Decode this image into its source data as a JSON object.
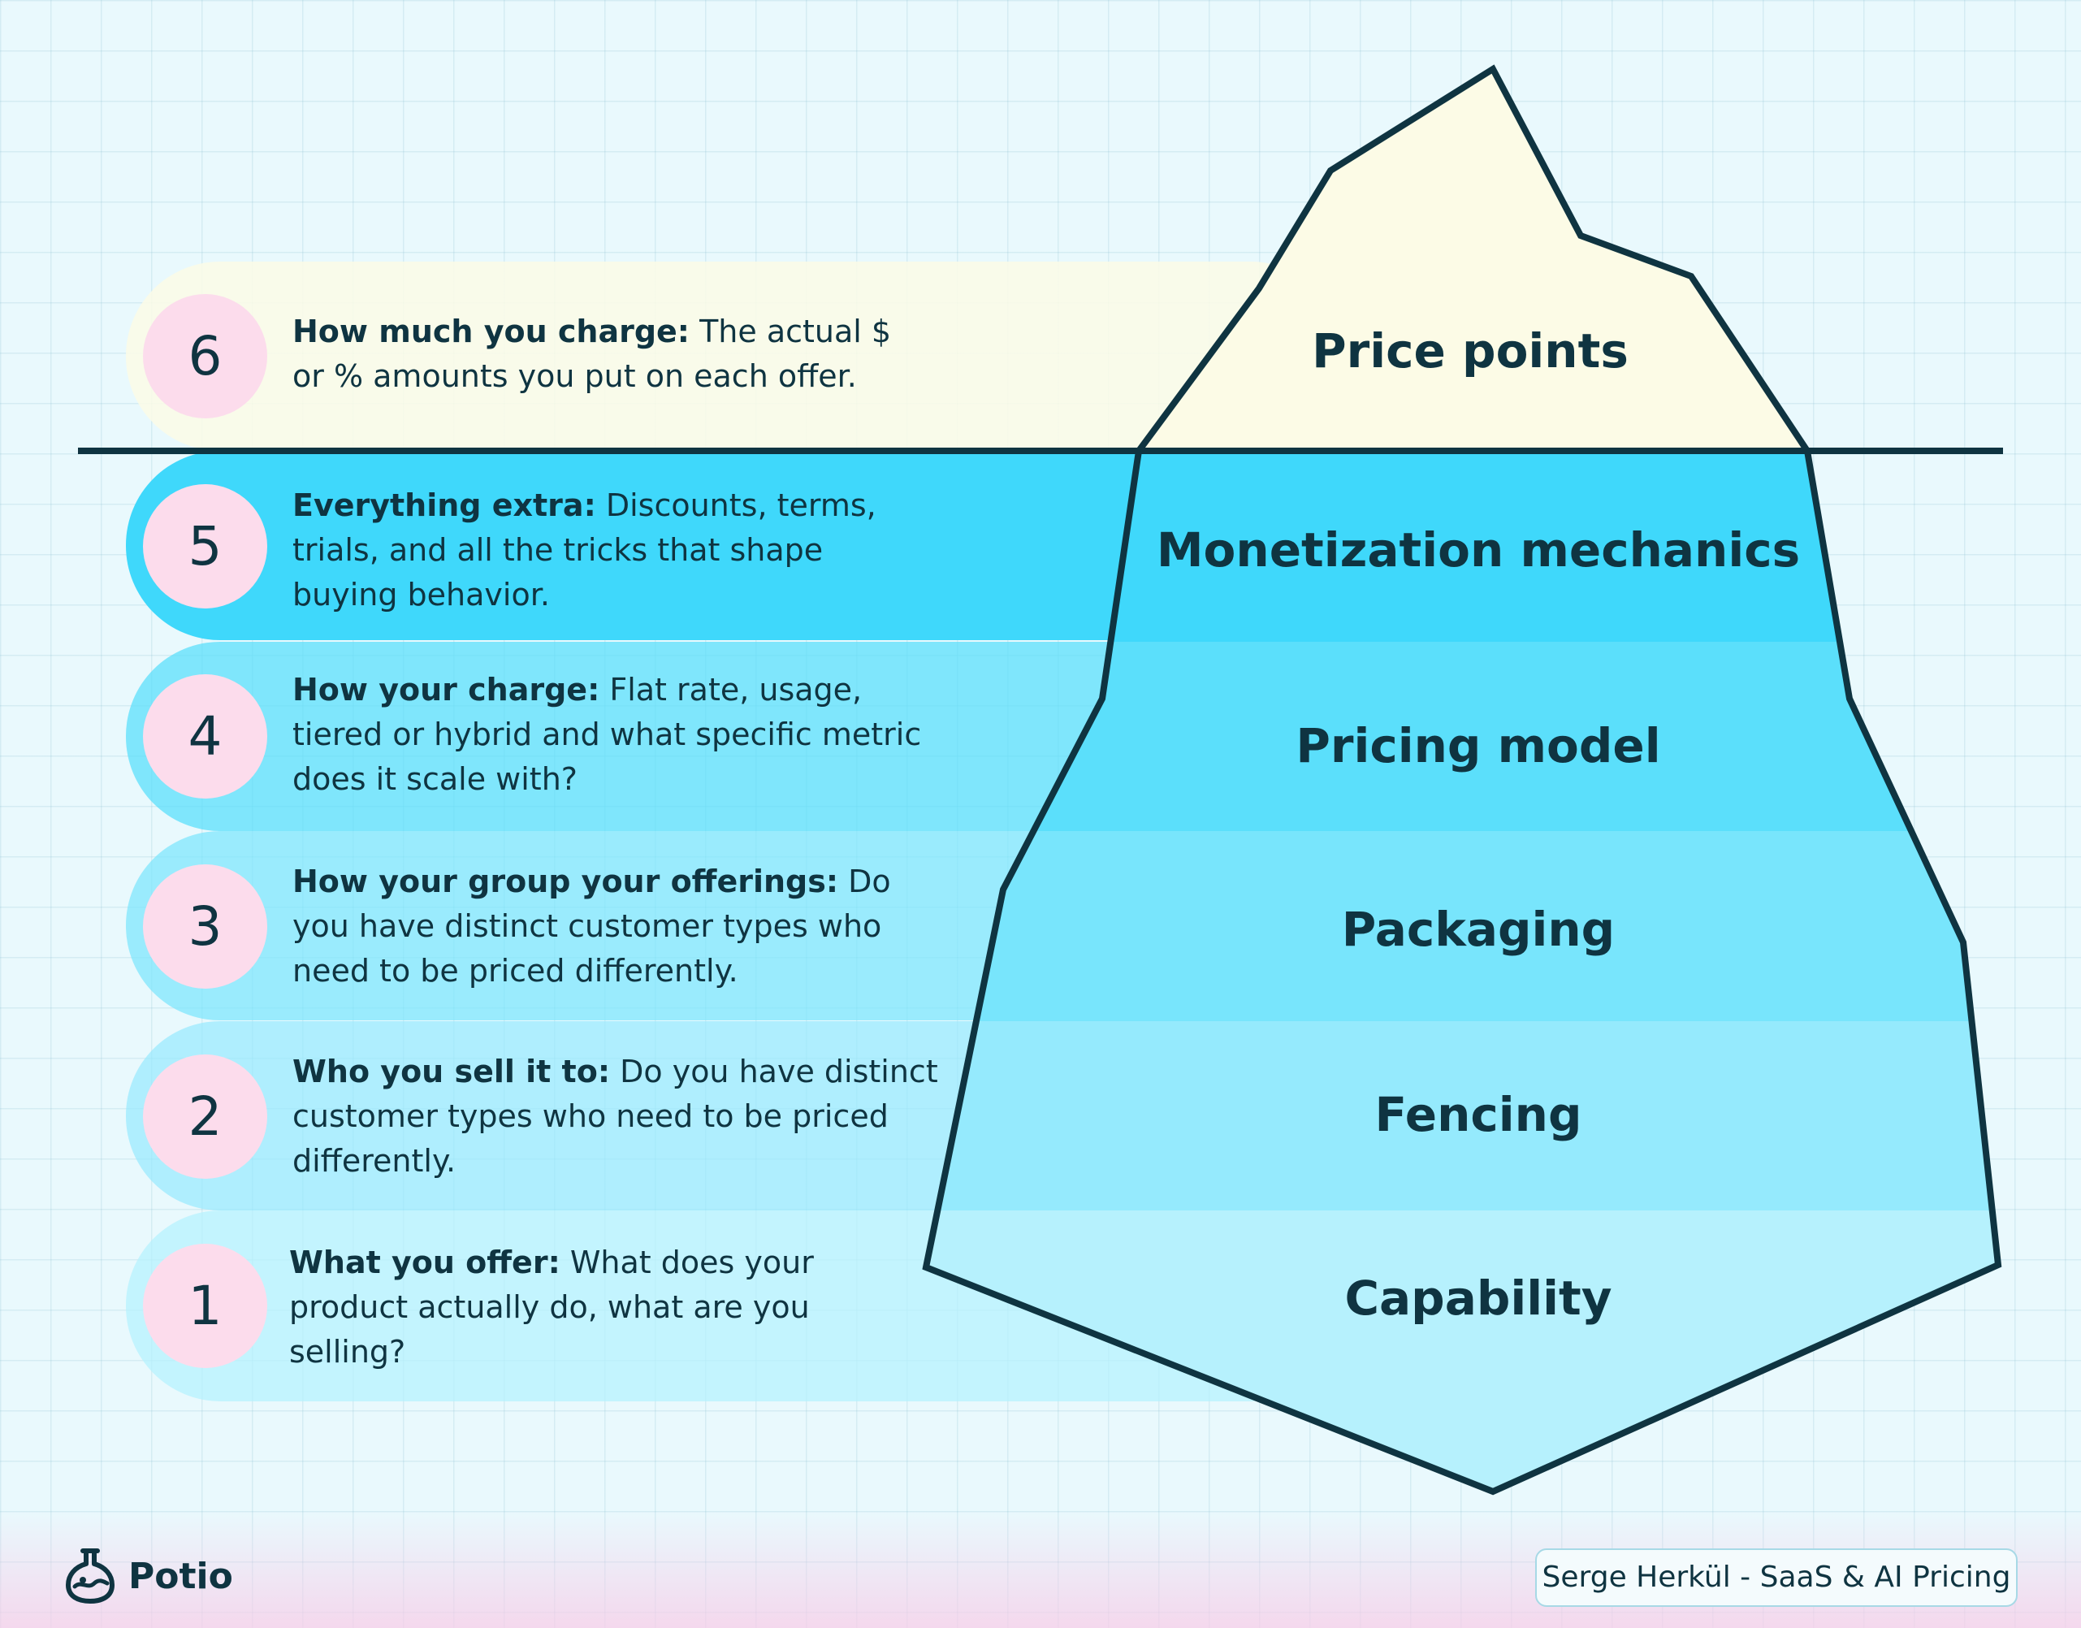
{
  "layers": [
    {
      "number": "6",
      "title": "Price points",
      "bold": "How much you charge:",
      "text": " The actual $ or % amounts you put on each offer."
    },
    {
      "number": "5",
      "title": "Monetization mechanics",
      "bold": "Everything extra:",
      "text": " Discounts, terms, trials, and all the tricks that shape buying behavior."
    },
    {
      "number": "4",
      "title": "Pricing model",
      "bold": "How your charge:",
      "text": " Flat rate, usage, tiered or hybrid and what specific metric does it scale with?"
    },
    {
      "number": "3",
      "title": "Packaging",
      "bold": "How your group your offerings:",
      "text": " Do you have distinct customer types who need to be priced differently."
    },
    {
      "number": "2",
      "title": "Fencing",
      "bold": "Who you sell it to:",
      "text": " Do you have distinct customer types who need to be priced differently."
    },
    {
      "number": "1",
      "title": "Capability",
      "bold": "What you offer:",
      "text": " What does your product actually do, what are you selling?"
    }
  ],
  "brand": {
    "name": "Potio",
    "icon": "potion-flask-icon"
  },
  "credit": "Serge Herkül - SaaS & AI Pricing",
  "colors": {
    "ink": "#0f3441",
    "tip": "#fcfbe6",
    "layer5": "#3fd8fb",
    "layer4": "#5bdffb",
    "layer3": "#78e5fc",
    "layer2": "#95eafd",
    "layer1": "#b6f1fd",
    "circle": "#fcdcec"
  }
}
